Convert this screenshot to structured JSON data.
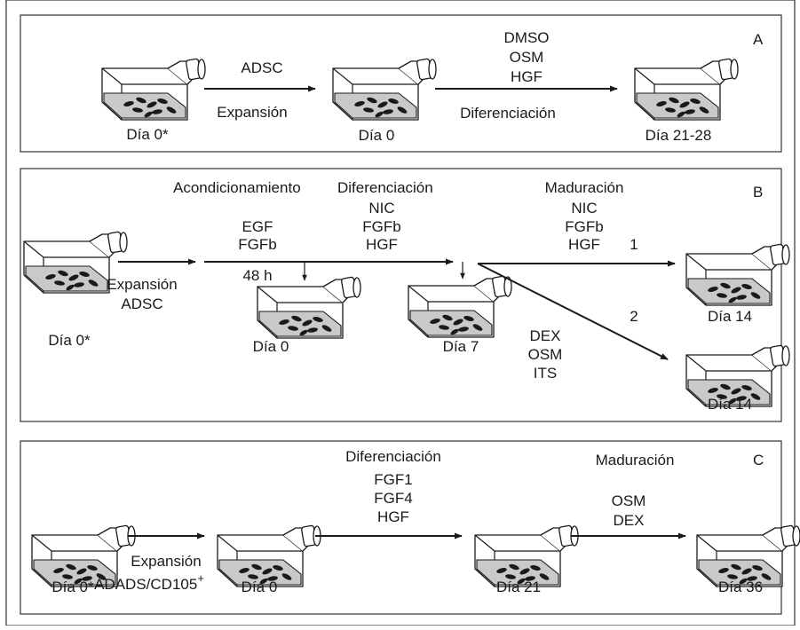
{
  "panels": {
    "A": {
      "letter": "A",
      "cond_before": "ADSC",
      "proc_before": "Expansión",
      "factors": [
        "DMSO",
        "OSM",
        "HGF"
      ],
      "proc_after": "Diferenciación",
      "days": [
        "Día 0*",
        "Día 0",
        "Día 21-28"
      ]
    },
    "B": {
      "letter": "B",
      "stage_conditioning": "Acondicionamiento",
      "stage_differentiation": "Diferenciación",
      "stage_maturation": "Maduración",
      "expansion": "Expansión",
      "adsc": "ADSC",
      "cond_factors": [
        "EGF",
        "FGFb"
      ],
      "time_48h": "48 h",
      "diff_factors": [
        "NIC",
        "FGFb",
        "HGF"
      ],
      "mat1_factors": [
        "NIC",
        "FGFb",
        "HGF"
      ],
      "mat2_factors": [
        "DEX",
        "OSM",
        "ITS"
      ],
      "route1": "1",
      "route2": "2",
      "days": [
        "Día 0*",
        "Día 0",
        "Día 7",
        "Día 14",
        "Día 14"
      ]
    },
    "C": {
      "letter": "C",
      "stage_differentiation": "Diferenciación",
      "stage_maturation": "Maduración",
      "expansion": "Expansión",
      "cell_type": "ADADS/CD105",
      "cell_type_sup": "+",
      "diff_factors": [
        "FGF1",
        "FGF4",
        "HGF"
      ],
      "mat_factors": [
        "OSM",
        "DEX"
      ],
      "days": [
        "Día 0*",
        "Día 0",
        "Día 21",
        "Día 36"
      ]
    }
  }
}
